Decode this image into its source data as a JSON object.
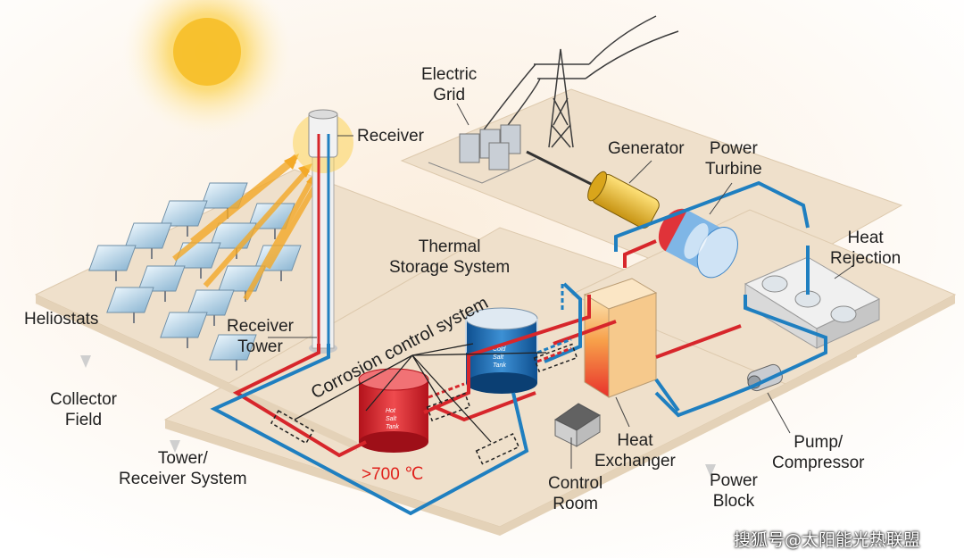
{
  "labels": {
    "electric_grid": [
      "Electric",
      "Grid"
    ],
    "receiver": "Receiver",
    "generator": "Generator",
    "power_turbine": [
      "Power",
      "Turbine"
    ],
    "heat_rejection": [
      "Heat",
      "Rejection"
    ],
    "thermal_storage": [
      "Thermal",
      "Storage System"
    ],
    "corrosion_control": "Corrosion control system",
    "heliostats": "Heliostats",
    "receiver_tower": [
      "Receiver",
      "Tower"
    ],
    "collector_field": [
      "Collector",
      "Field"
    ],
    "tower_receiver_system": [
      "Tower/",
      "Receiver System"
    ],
    "heat_exchanger": [
      "Heat",
      "Exchanger"
    ],
    "control_room": [
      "Control",
      "Room"
    ],
    "power_block": [
      "Power",
      "Block"
    ],
    "pump_compressor": [
      "Pump/",
      "Compressor"
    ],
    "hot_tank": [
      "Hot",
      "Salt",
      "Tank"
    ],
    "cold_tank": [
      "Cold",
      "Salt",
      "Tank"
    ],
    "temperature": ">700 ℃",
    "watermark": "搜狐号@太阳能光热联盟"
  },
  "colors": {
    "hot_loop": "#d7262b",
    "cold_loop": "#1f7fc0",
    "ground": "#efe2cf",
    "sun": "#f6c02e"
  }
}
